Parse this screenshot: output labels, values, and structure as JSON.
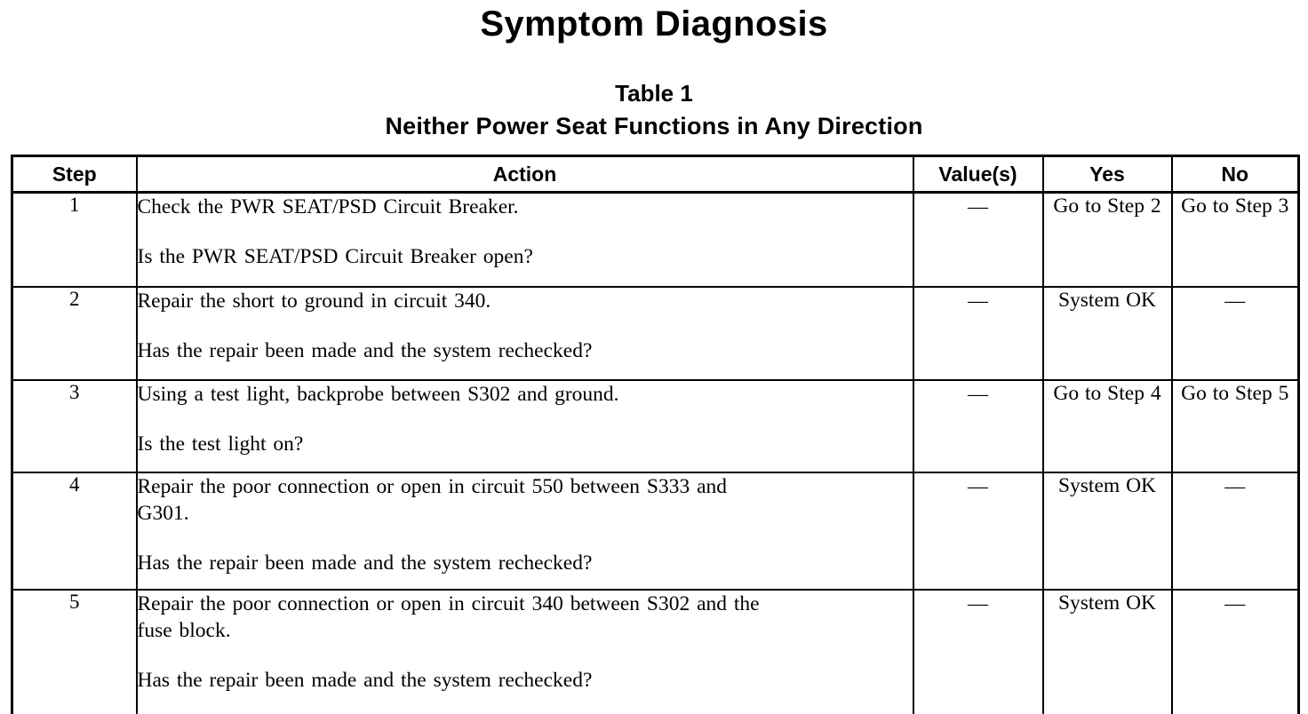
{
  "document": {
    "main_title": "Symptom Diagnosis",
    "table_label": "Table 1",
    "table_subtitle": "Neither Power Seat Functions in Any Direction"
  },
  "table": {
    "columns": [
      "Step",
      "Action",
      "Value(s)",
      "Yes",
      "No"
    ],
    "headers": {
      "step": "Step",
      "action": "Action",
      "value": "Value(s)",
      "yes": "Yes",
      "no": "No"
    },
    "rows": [
      {
        "step": "1",
        "action_lines": [
          "Check the PWR SEAT/PSD Circuit Breaker.",
          "Is the PWR SEAT/PSD Circuit Breaker open?"
        ],
        "value": "—",
        "yes": "Go to Step 2",
        "yes_line1": "Go to Step",
        "yes_line2": "2",
        "no": "Go to Step 3",
        "no_line1": "Go to Step",
        "no_line2": "3"
      },
      {
        "step": "2",
        "action_lines": [
          "Repair the short to ground in circuit 340.",
          "Has the repair been made and the system rechecked?"
        ],
        "value": "—",
        "yes": "System OK",
        "yes_line1": "System",
        "yes_line2": "OK",
        "no": "—",
        "no_line1": "—",
        "no_line2": ""
      },
      {
        "step": "3",
        "action_lines": [
          "Using a test light, backprobe between S302 and ground.",
          "Is the test light on?"
        ],
        "value": "—",
        "yes": "Go to Step 4",
        "yes_line1": "Go to Step",
        "yes_line2": "4",
        "no": "Go to Step 5",
        "no_line1": "Go to Step",
        "no_line2": "5"
      },
      {
        "step": "4",
        "action_lines": [
          "Repair the poor connection or open in circuit 550 between S333 and",
          "G301.",
          "Has the repair been made and the system rechecked?"
        ],
        "value": "—",
        "yes": "System OK",
        "yes_line1": "System",
        "yes_line2": "OK",
        "no": "—",
        "no_line1": "—",
        "no_line2": ""
      },
      {
        "step": "5",
        "action_lines": [
          "Repair the poor connection or open in circuit 340 between S302 and the",
          "fuse block.",
          "Has the repair been made and the system rechecked?"
        ],
        "value": "—",
        "yes": "System OK",
        "yes_line1": "System",
        "yes_line2": "OK",
        "no": "—",
        "no_line1": "—",
        "no_line2": ""
      }
    ]
  }
}
